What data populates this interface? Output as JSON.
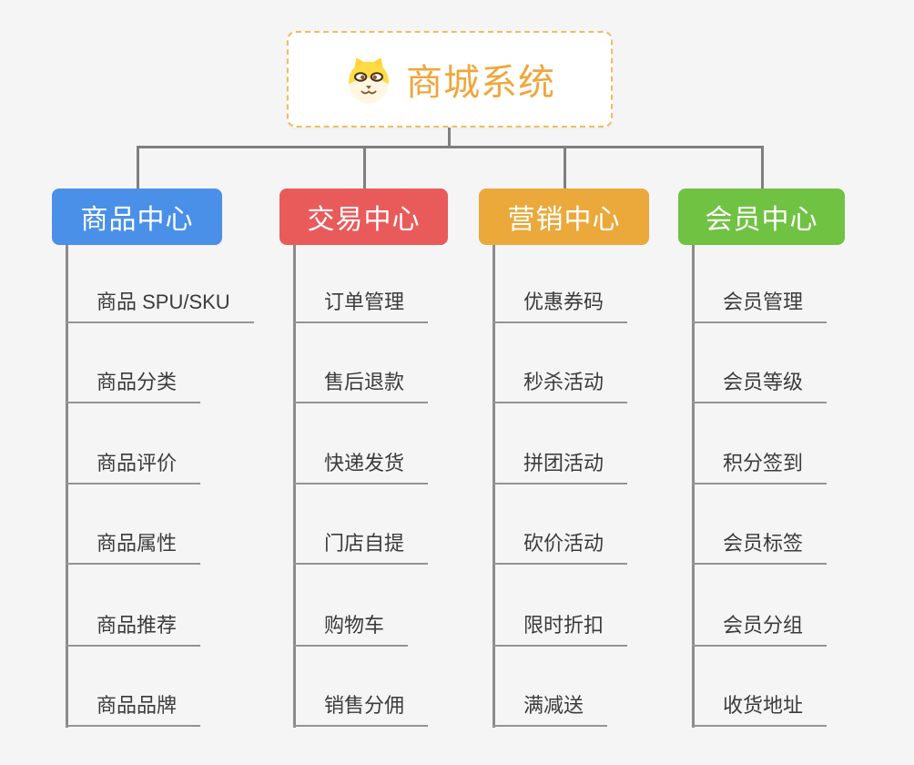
{
  "root": {
    "title": "商城系统",
    "title_color": "#F0A63C",
    "border_color": "#F2BC5E",
    "icon": "dog-mascot-icon"
  },
  "branches": [
    {
      "label": "商品中心",
      "color": "#4A90E8",
      "items": [
        "商品 SPU/SKU",
        "商品分类",
        "商品评价",
        "商品属性",
        "商品推荐",
        "商品品牌"
      ]
    },
    {
      "label": "交易中心",
      "color": "#E95B5B",
      "items": [
        "订单管理",
        "售后退款",
        "快递发货",
        "门店自提",
        "购物车",
        "销售分佣"
      ]
    },
    {
      "label": "营销中心",
      "color": "#EBA93B",
      "items": [
        "优惠券码",
        "秒杀活动",
        "拼团活动",
        "砍价活动",
        "限时折扣",
        "满减送"
      ]
    },
    {
      "label": "会员中心",
      "color": "#70C243",
      "items": [
        "会员管理",
        "会员等级",
        "积分签到",
        "会员标签",
        "会员分组",
        "收货地址"
      ]
    }
  ],
  "style": {
    "background": "#F5F5F6",
    "connector_color": "#7F7F7F",
    "underline_color": "#949494",
    "item_text_color": "#3B3B3B",
    "header_text_color": "#FFFFFF"
  }
}
